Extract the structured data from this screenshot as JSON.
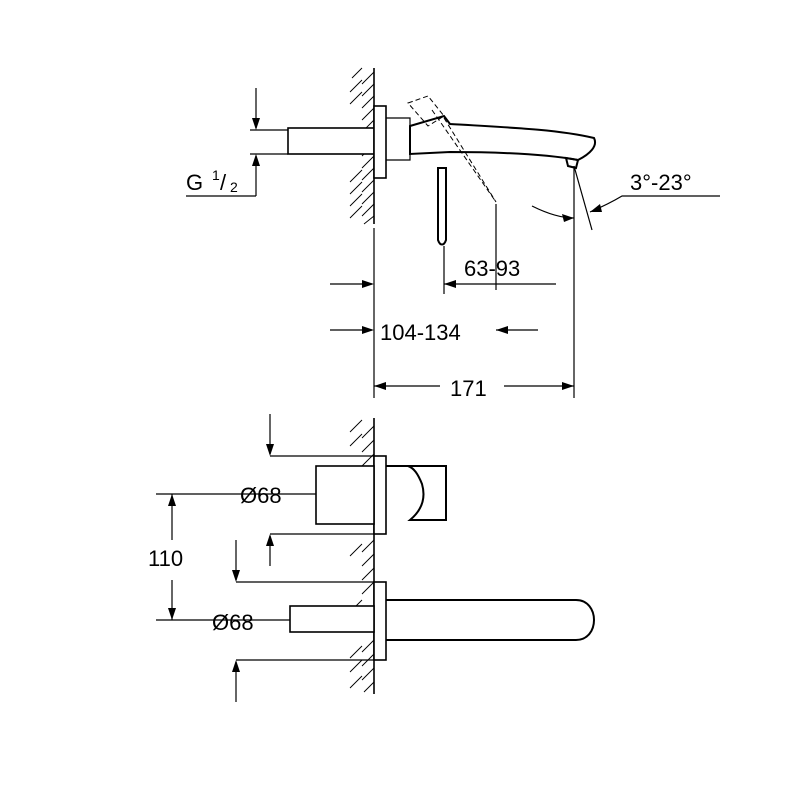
{
  "dimensions": {
    "thread": {
      "letter": "G",
      "num": "1",
      "slash": "/",
      "den": "2"
    },
    "angle_range": "3°-23°",
    "lever_reach": "63-93",
    "wall_to_lever": "104-134",
    "spout_projection": "171",
    "handle_diameter": "Ø68",
    "spout_diameter": "Ø68",
    "center_distance": "110"
  }
}
